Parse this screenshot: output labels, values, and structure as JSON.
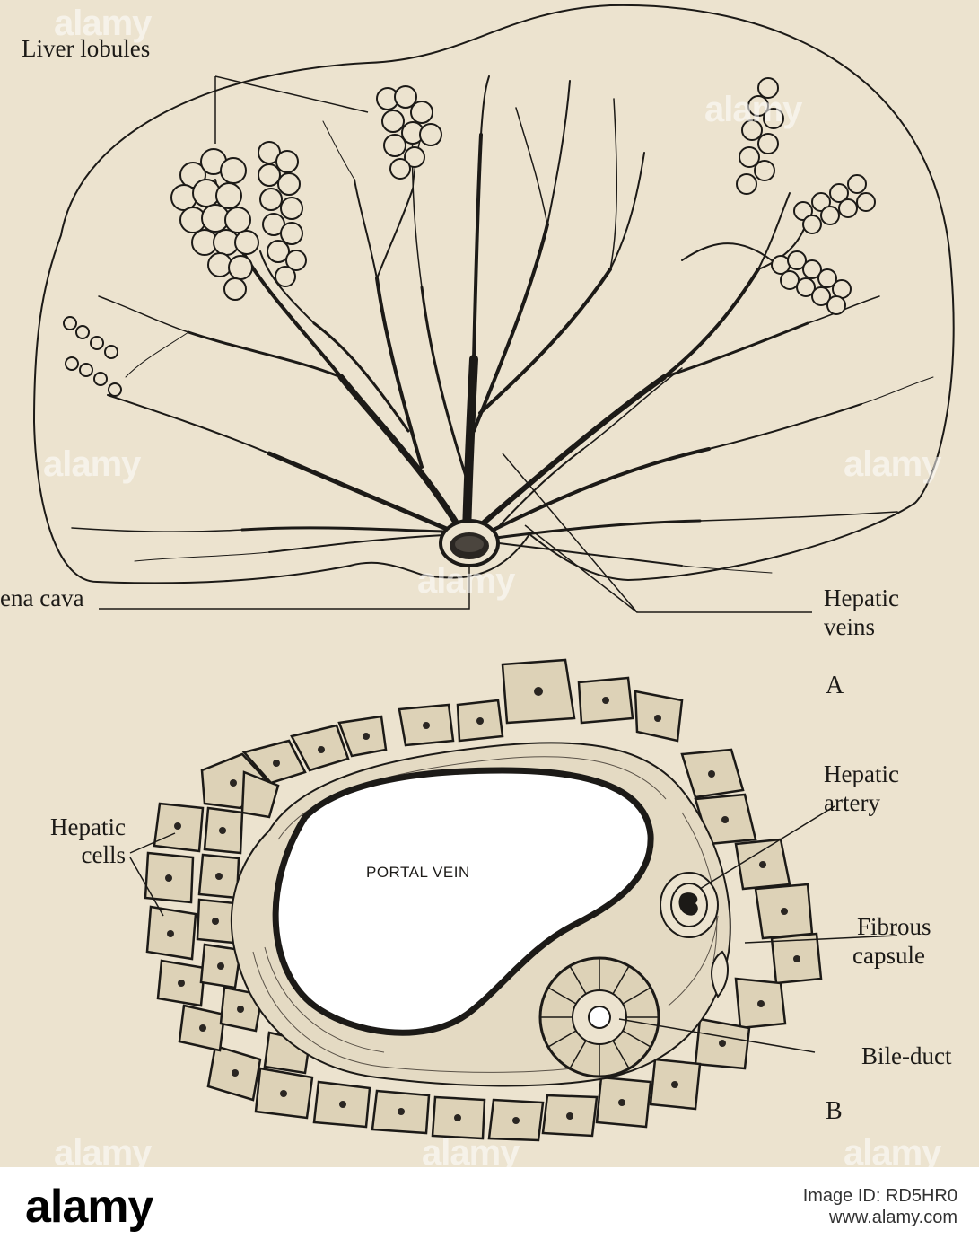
{
  "figure_a": {
    "labels": {
      "liver_lobules": "Liver lobules",
      "vena_cava": "ena cava",
      "hepatic_veins_1": "Hepatic",
      "hepatic_veins_2": "veins"
    },
    "letter": "A"
  },
  "figure_b": {
    "labels": {
      "hepatic_cells_1": "Hepatic",
      "hepatic_cells_2": "cells",
      "hepatic_artery_1": "Hepatic",
      "hepatic_artery_2": "artery",
      "fibrous_capsule_1": "Fibrous",
      "fibrous_capsule_2": "capsule",
      "bile_duct": "Bile-duct",
      "portal_vein": "PORTAL VEIN"
    },
    "letter": "B"
  },
  "watermarks": [
    "alamy",
    "alamy",
    "alamy",
    "alamy",
    "alamy",
    "alamy",
    "alamy",
    "alamy",
    "alamy"
  ],
  "footer": {
    "brand": "alamy",
    "image_id": "Image ID: RD5HR0",
    "url": "www.alamy.com"
  },
  "colors": {
    "paper": "#ece3cf",
    "ink": "#1c1a17",
    "cell_fill": "#ddd2b7"
  }
}
